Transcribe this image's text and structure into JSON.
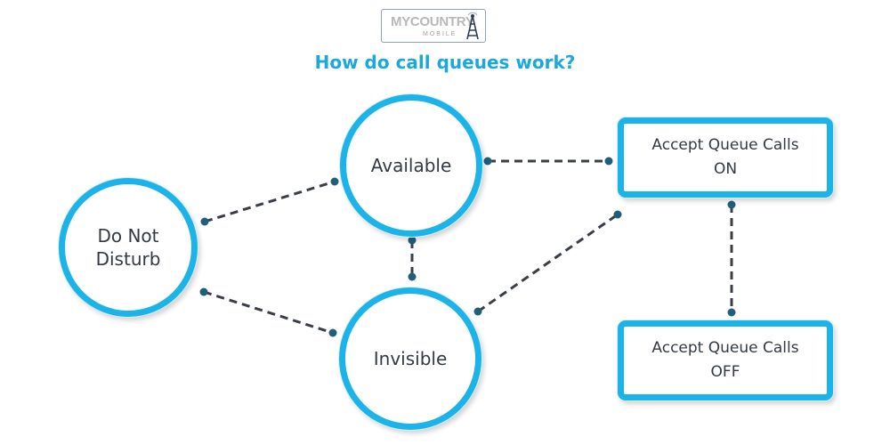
{
  "logo": {
    "main_text": "MYCOUNTRY",
    "sub_text": "MOBILE"
  },
  "title": "How do call queues work?",
  "nodes": {
    "available": "Available",
    "do_not_disturb": "Do Not\nDisturb",
    "invisible": "Invisible",
    "accept_on": "Accept Queue Calls\nON",
    "accept_off": "Accept Queue Calls\nOFF"
  },
  "colors": {
    "accent": "#1cb4e8",
    "title": "#1ba9dc",
    "text": "#333a44",
    "connector": "#3a3f47",
    "dot": "#1f5f7a"
  }
}
